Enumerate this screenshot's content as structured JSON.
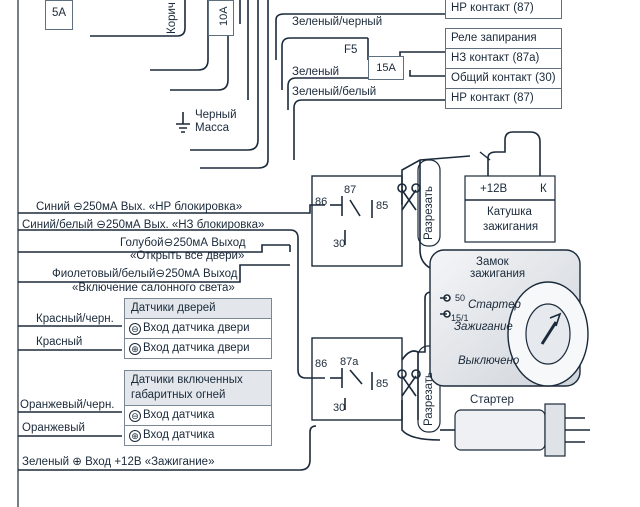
{
  "fuses": {
    "top_left_fuse": "5A",
    "top_mid_fuse": "10A",
    "f5_label": "F5",
    "f5_rating": "15A"
  },
  "left_wires": {
    "brown_partial": "Корич",
    "ground": "Черный\nМасса",
    "green_black": "Зеленый/черный",
    "green": "Зеленый",
    "green_white": "Зеленый/белый"
  },
  "top_box": {
    "partial_label": "НР контакт (87)"
  },
  "lock_relay": {
    "title": "Реле запирания",
    "nc": "НЗ контакт (87а)",
    "common": "Общий контакт (30)",
    "no": "НР контакт (87)"
  },
  "outputs": {
    "blue_no": "Синий ⊖250мА Вых. «НР блокировка»",
    "blue_white_nc": "Синий/белый ⊖250мА Вых. «НЗ блокировка»",
    "light_blue_1": "Голубой⊖250мА Выход",
    "light_blue_2": "«Открыть все двери»",
    "violet_1": "Фиолетовый/белый⊖250мА Выход",
    "violet_2": "«Включение салонного света»"
  },
  "relay1": {
    "p87": "87",
    "p86": "86",
    "p85": "85",
    "p30": "30"
  },
  "relay2": {
    "p87a": "87а",
    "p86": "86",
    "p85": "85",
    "p30": "30"
  },
  "cut_label_1": "Разрезать",
  "cut_label_2": "Разрезать",
  "coil": {
    "plus12": "+12В",
    "k": "К",
    "title_1": "Катушка",
    "title_2": "зажигания"
  },
  "ignition_lock": {
    "title_1": "Замок",
    "title_2": "зажигания",
    "pin50": "50",
    "pin15": "15/1",
    "starter": "Стартер",
    "ignition": "Зажигание",
    "off": "Выключено"
  },
  "starter_label": "Стартер",
  "door_sensors": {
    "title": "Датчики дверей",
    "in_minus": "Вход датчика двери",
    "in_plus": "Вход датчика двери",
    "wire_red_black": "Красный/черн.",
    "wire_red": "Красный"
  },
  "light_sensors": {
    "title_1": "Датчики включенных",
    "title_2": "габаритных огней",
    "in_minus": "Вход датчика",
    "in_plus": "Вход датчика",
    "wire_orange_black": "Оранжевый/черн.",
    "wire_orange": "Оранжевый"
  },
  "ignition_input": "Зеленый ⊕ Вход +12В «Зажигание»",
  "symbols": {
    "minus": "⊖",
    "plus": "⊕"
  },
  "colors": {
    "wire": "#1b2a3a",
    "panel": "#e3e7ec",
    "lock_fill": "#e6e9ed"
  }
}
